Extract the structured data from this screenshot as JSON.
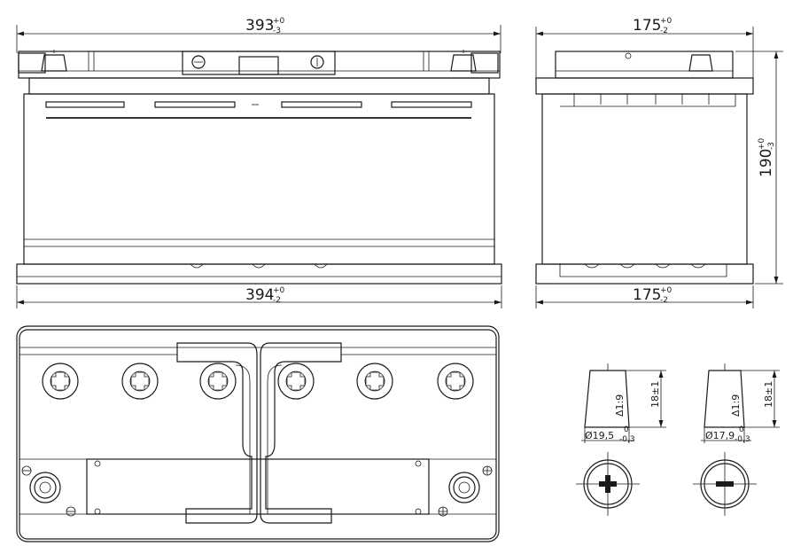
{
  "dimensions": {
    "top_length": {
      "value": "393",
      "tol_upper": "+0",
      "tol_lower": "-3"
    },
    "bottom_length": {
      "value": "394",
      "tol_upper": "+0",
      "tol_lower": "-2"
    },
    "top_width": {
      "value": "175",
      "tol_upper": "+0",
      "tol_lower": "-2"
    },
    "bottom_width": {
      "value": "175",
      "tol_upper": "+0",
      "tol_lower": "-2"
    },
    "height": {
      "value": "190",
      "tol_upper": "+0",
      "tol_lower": "-3"
    }
  },
  "terminals": {
    "positive": {
      "diameter": "Ø19,5",
      "tol_upper": "0",
      "tol_lower": "-0,3",
      "taper": "Δ1:9",
      "height": "18±1"
    },
    "negative": {
      "diameter": "Ø17,9",
      "tol_upper": "0",
      "tol_lower": "-0,3",
      "taper": "Δ1:9",
      "height": "18±1"
    }
  }
}
